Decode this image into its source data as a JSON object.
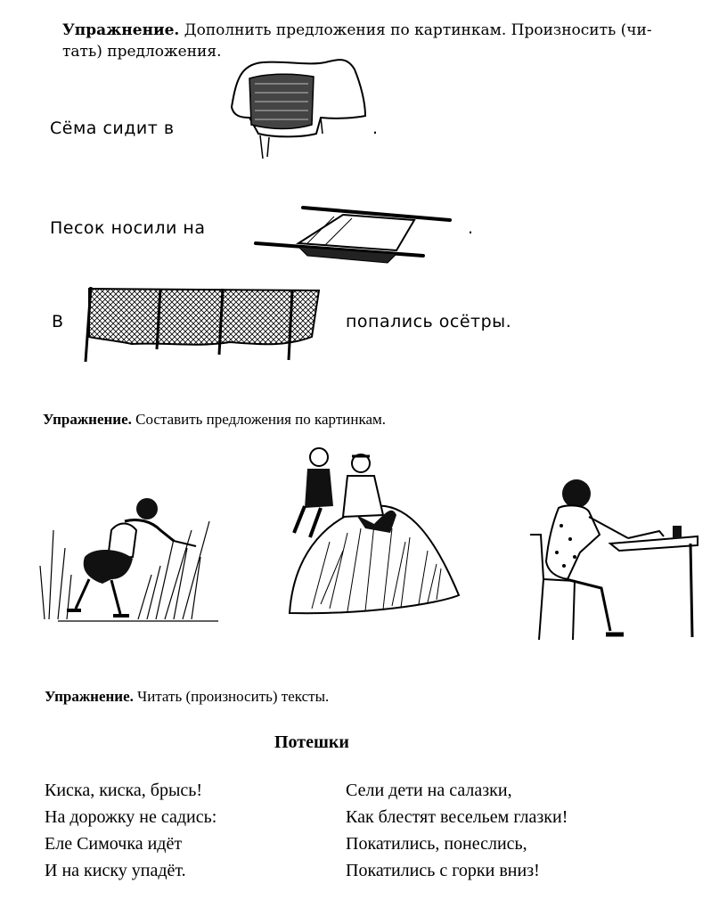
{
  "exercise1": {
    "label": "Упражнение.",
    "text": "Дополнить предложения по картинкам. Произносить (чи-",
    "text2": "тать) предложения."
  },
  "sentences": {
    "s1": "Сёма сидит в",
    "s1_end": ".",
    "s2": "Песок носили на",
    "s2_end": ".",
    "s3_start": "В",
    "s3_end": "попались осётры."
  },
  "exercise2": {
    "label": "Упражнение.",
    "text": "Составить предложения по картинкам."
  },
  "exercise3": {
    "label": "Упражнение.",
    "text": "Читать (произносить) тексты."
  },
  "poem": {
    "title": "Потешки",
    "left": [
      "Киска, киска, брысь!",
      "На дорожку не садись:",
      "Еле Симочка идёт",
      "И на киску упадёт."
    ],
    "right": [
      "Сели дети на салазки,",
      "Как блестят весельем глазки!",
      "Покатились, понеслись,",
      "Покатились с горки вниз!"
    ]
  },
  "icons": [
    "saddle-basket-illustration",
    "stretcher-illustration",
    "fishing-net-illustration",
    "boy-mowing-illustration",
    "children-on-haystack-illustration",
    "girl-at-desk-illustration"
  ]
}
